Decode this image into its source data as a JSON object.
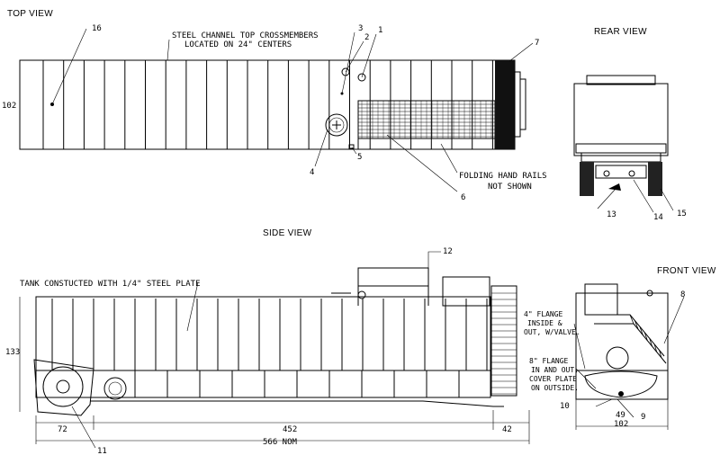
{
  "views": {
    "top": "TOP VIEW",
    "rear": "REAR VIEW",
    "side": "SIDE VIEW",
    "front": "FRONT VIEW"
  },
  "notes": {
    "crossmembers_line1": "STEEL CHANNEL TOP CROSSMEMBERS",
    "crossmembers_line2": "LOCATED ON 24\" CENTERS",
    "handrails_line1": "FOLDING HAND RAILS",
    "handrails_line2": "NOT SHOWN",
    "tank_plate": "TANK CONSTUCTED WITH 1/4\" STEEL PLATE",
    "flange4_line1": "4\" FLANGE",
    "flange4_line2": "INSIDE &",
    "flange4_line3": "OUT, W/VALVE.",
    "flange8_line1": "8\" FLANGE",
    "flange8_line2": "IN AND OUT,",
    "flange8_line3": "COVER PLATE",
    "flange8_line4": "ON OUTSIDE."
  },
  "callouts": {
    "c1": "1",
    "c2": "2",
    "c3": "3",
    "c4": "4",
    "c5": "5",
    "c6": "6",
    "c7": "7",
    "c8": "8",
    "c9": "9",
    "c10": "10",
    "c11": "11",
    "c12": "12",
    "c13": "13",
    "c14": "14",
    "c15": "15",
    "c16": "16"
  },
  "dimensions": {
    "top_width": "102",
    "side_height": "133",
    "rear_overhang": "72",
    "body_length": "452",
    "front_overhang": "42",
    "overall_length": "566 NOM",
    "front_width": "102",
    "front_49": "49"
  }
}
